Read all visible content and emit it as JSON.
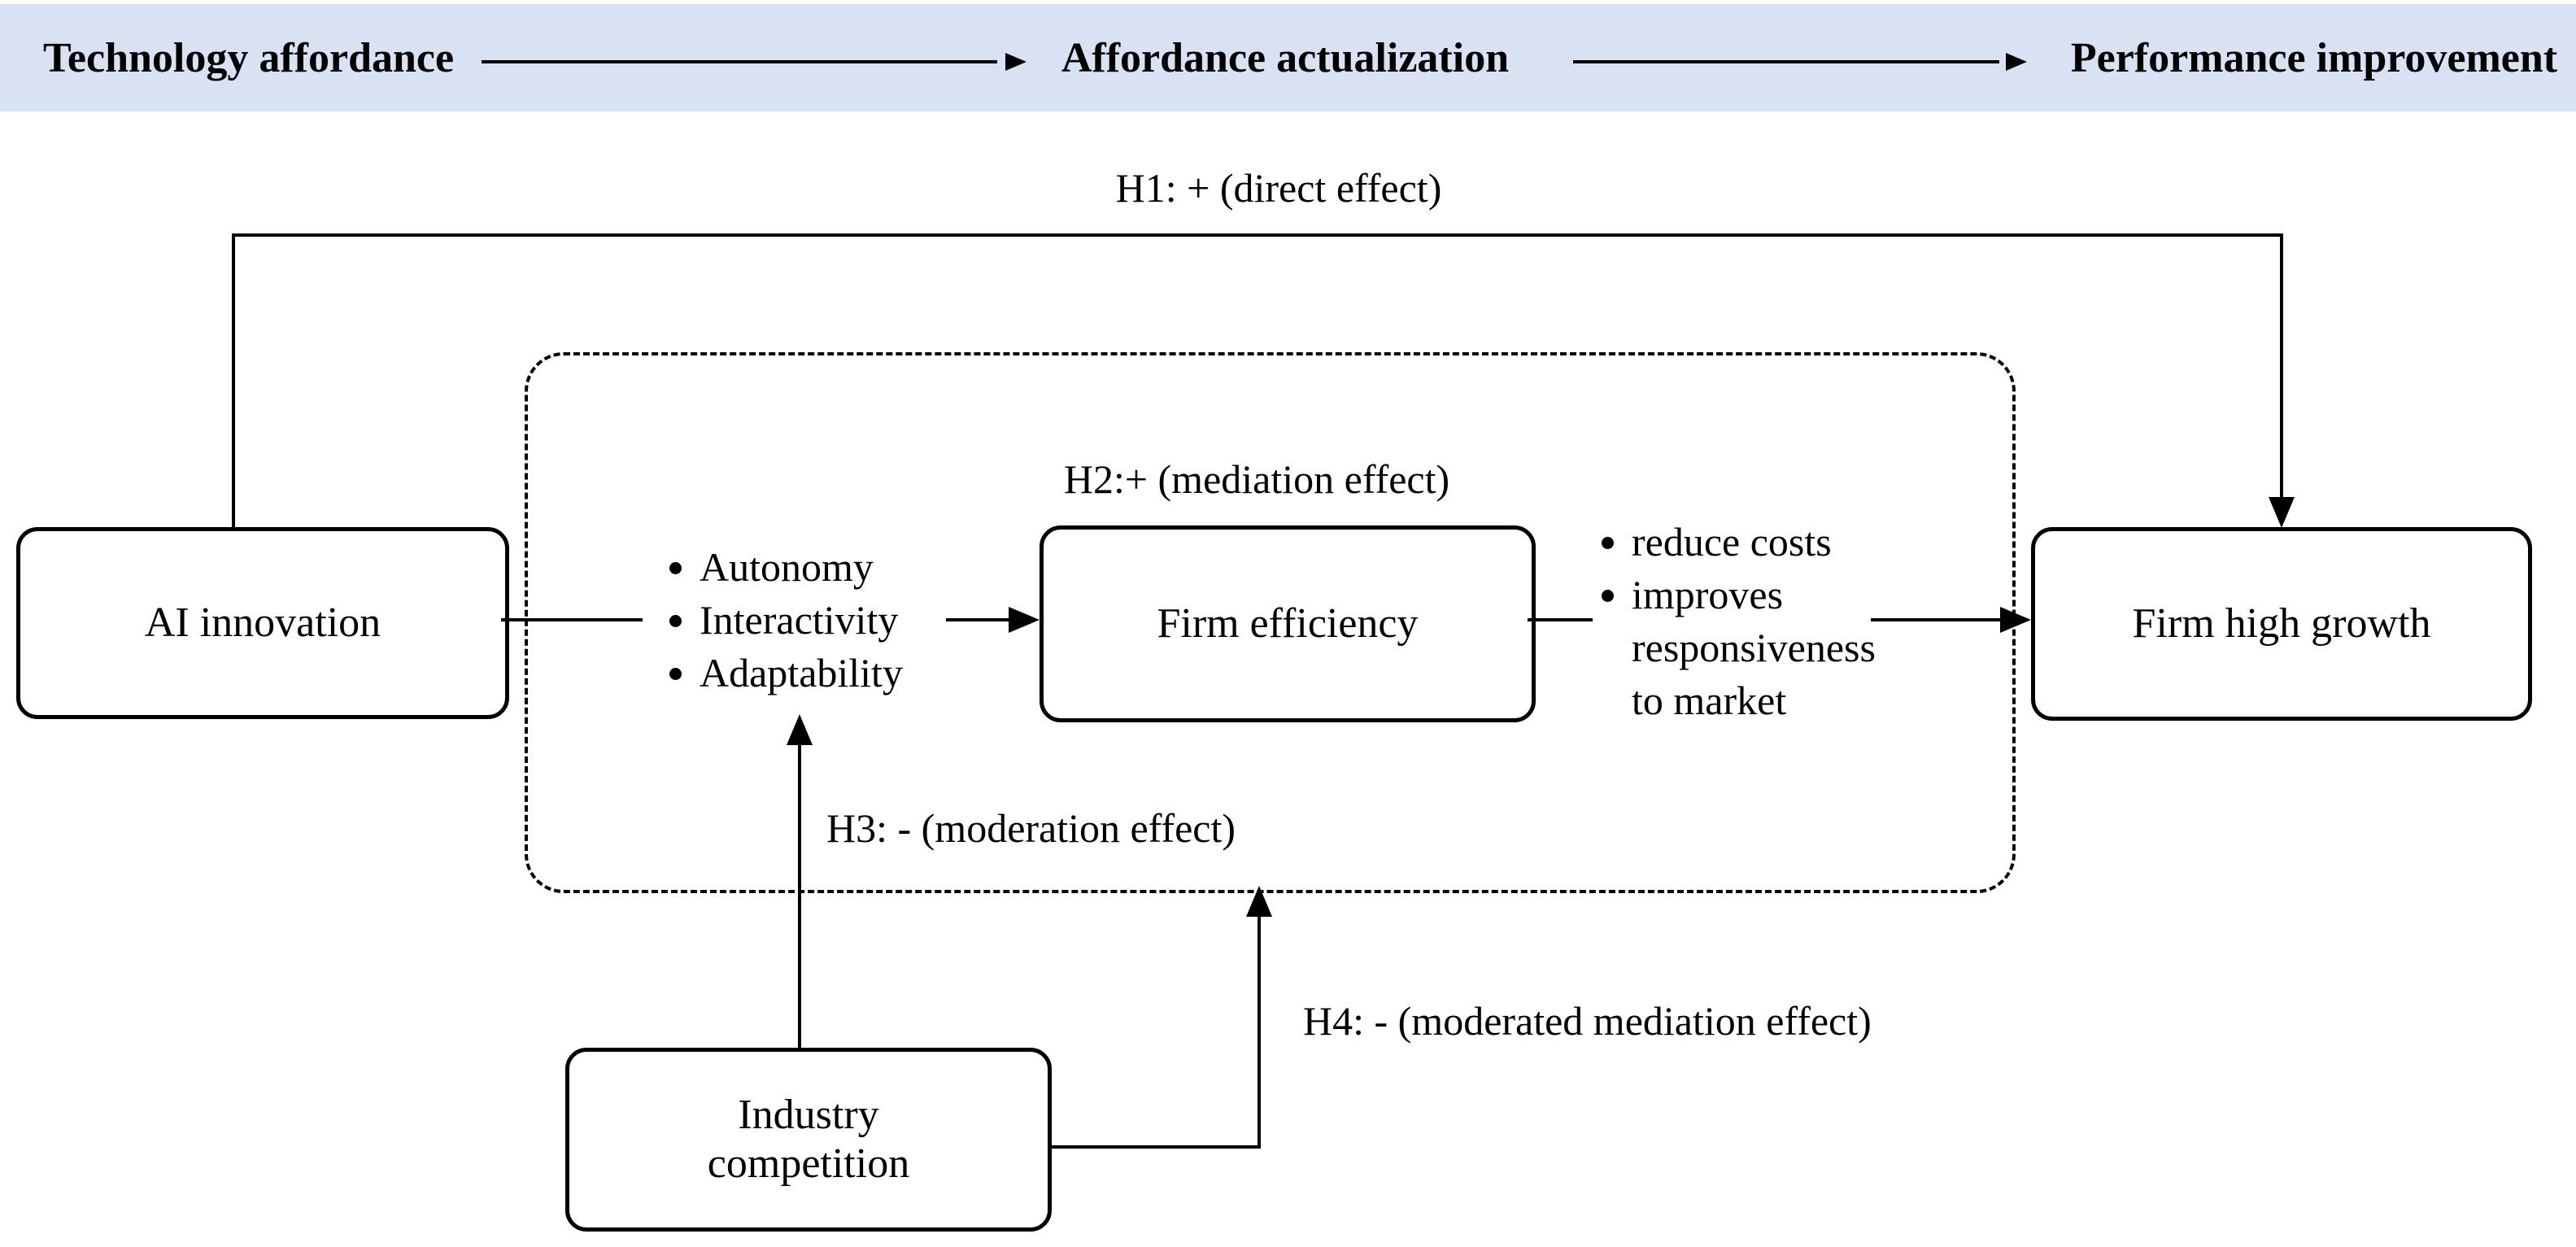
{
  "banner": {
    "bg": "#d9e2f3",
    "items": [
      {
        "label": "Technology affordance"
      },
      {
        "label": "Affordance actualization"
      },
      {
        "label": "Performance improvement"
      }
    ]
  },
  "labels": {
    "h1": "H1: + (direct effect)",
    "h2": "H2:+ (mediation effect)",
    "h3": "H3: - (moderation effect)",
    "h4": "H4: - (moderated mediation effect)"
  },
  "boxes": {
    "ai": "AI innovation",
    "efficiency": "Firm efficiency",
    "growth": "Firm high growth",
    "industry": "Industry competition"
  },
  "mediators": [
    "Autonomy",
    "Interactivity",
    "Adaptability"
  ],
  "outcomes": [
    "reduce costs",
    "improves responsiveness to market"
  ],
  "colors": {
    "banner_bg": "#d9e2f3",
    "line": "#000000",
    "background": "#ffffff"
  }
}
